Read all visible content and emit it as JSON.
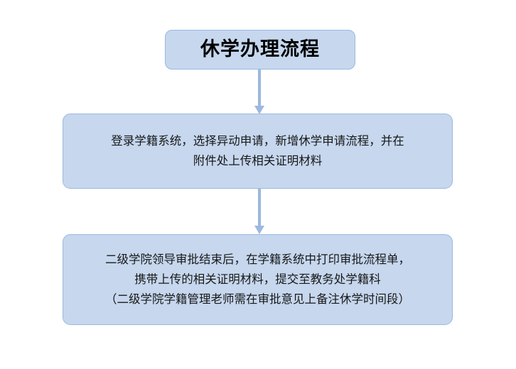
{
  "diagram": {
    "type": "flowchart",
    "orientation": "vertical-top-down",
    "background_color": "#ffffff",
    "node_fill_color": "#c6d7ee",
    "node_border_color": "#9cb8de",
    "connector_color": "#9cb8de",
    "title_text_color": "#000000",
    "body_text_color": "#181818",
    "title": {
      "label": "休学办理流程"
    },
    "nodes": [
      {
        "id": "step-1",
        "lines": [
          "登录学籍系统，选择异动申请，新增休学申请流程，并在",
          "附件处上传相关证明材料"
        ]
      },
      {
        "id": "step-2",
        "lines": [
          "二级学院领导审批结束后，在学籍系统中打印审批流程单，",
          "携带上传的相关证明材料，提交至教务处学籍科",
          "（二级学院学籍管理老师需在审批意见上备注休学时间段）"
        ]
      }
    ],
    "connectors": [
      {
        "id": "connector-1",
        "from": "title",
        "to": "step-1",
        "icon": "down-arrow-icon"
      },
      {
        "id": "connector-2",
        "from": "step-1",
        "to": "step-2",
        "icon": "down-arrow-icon"
      }
    ]
  }
}
